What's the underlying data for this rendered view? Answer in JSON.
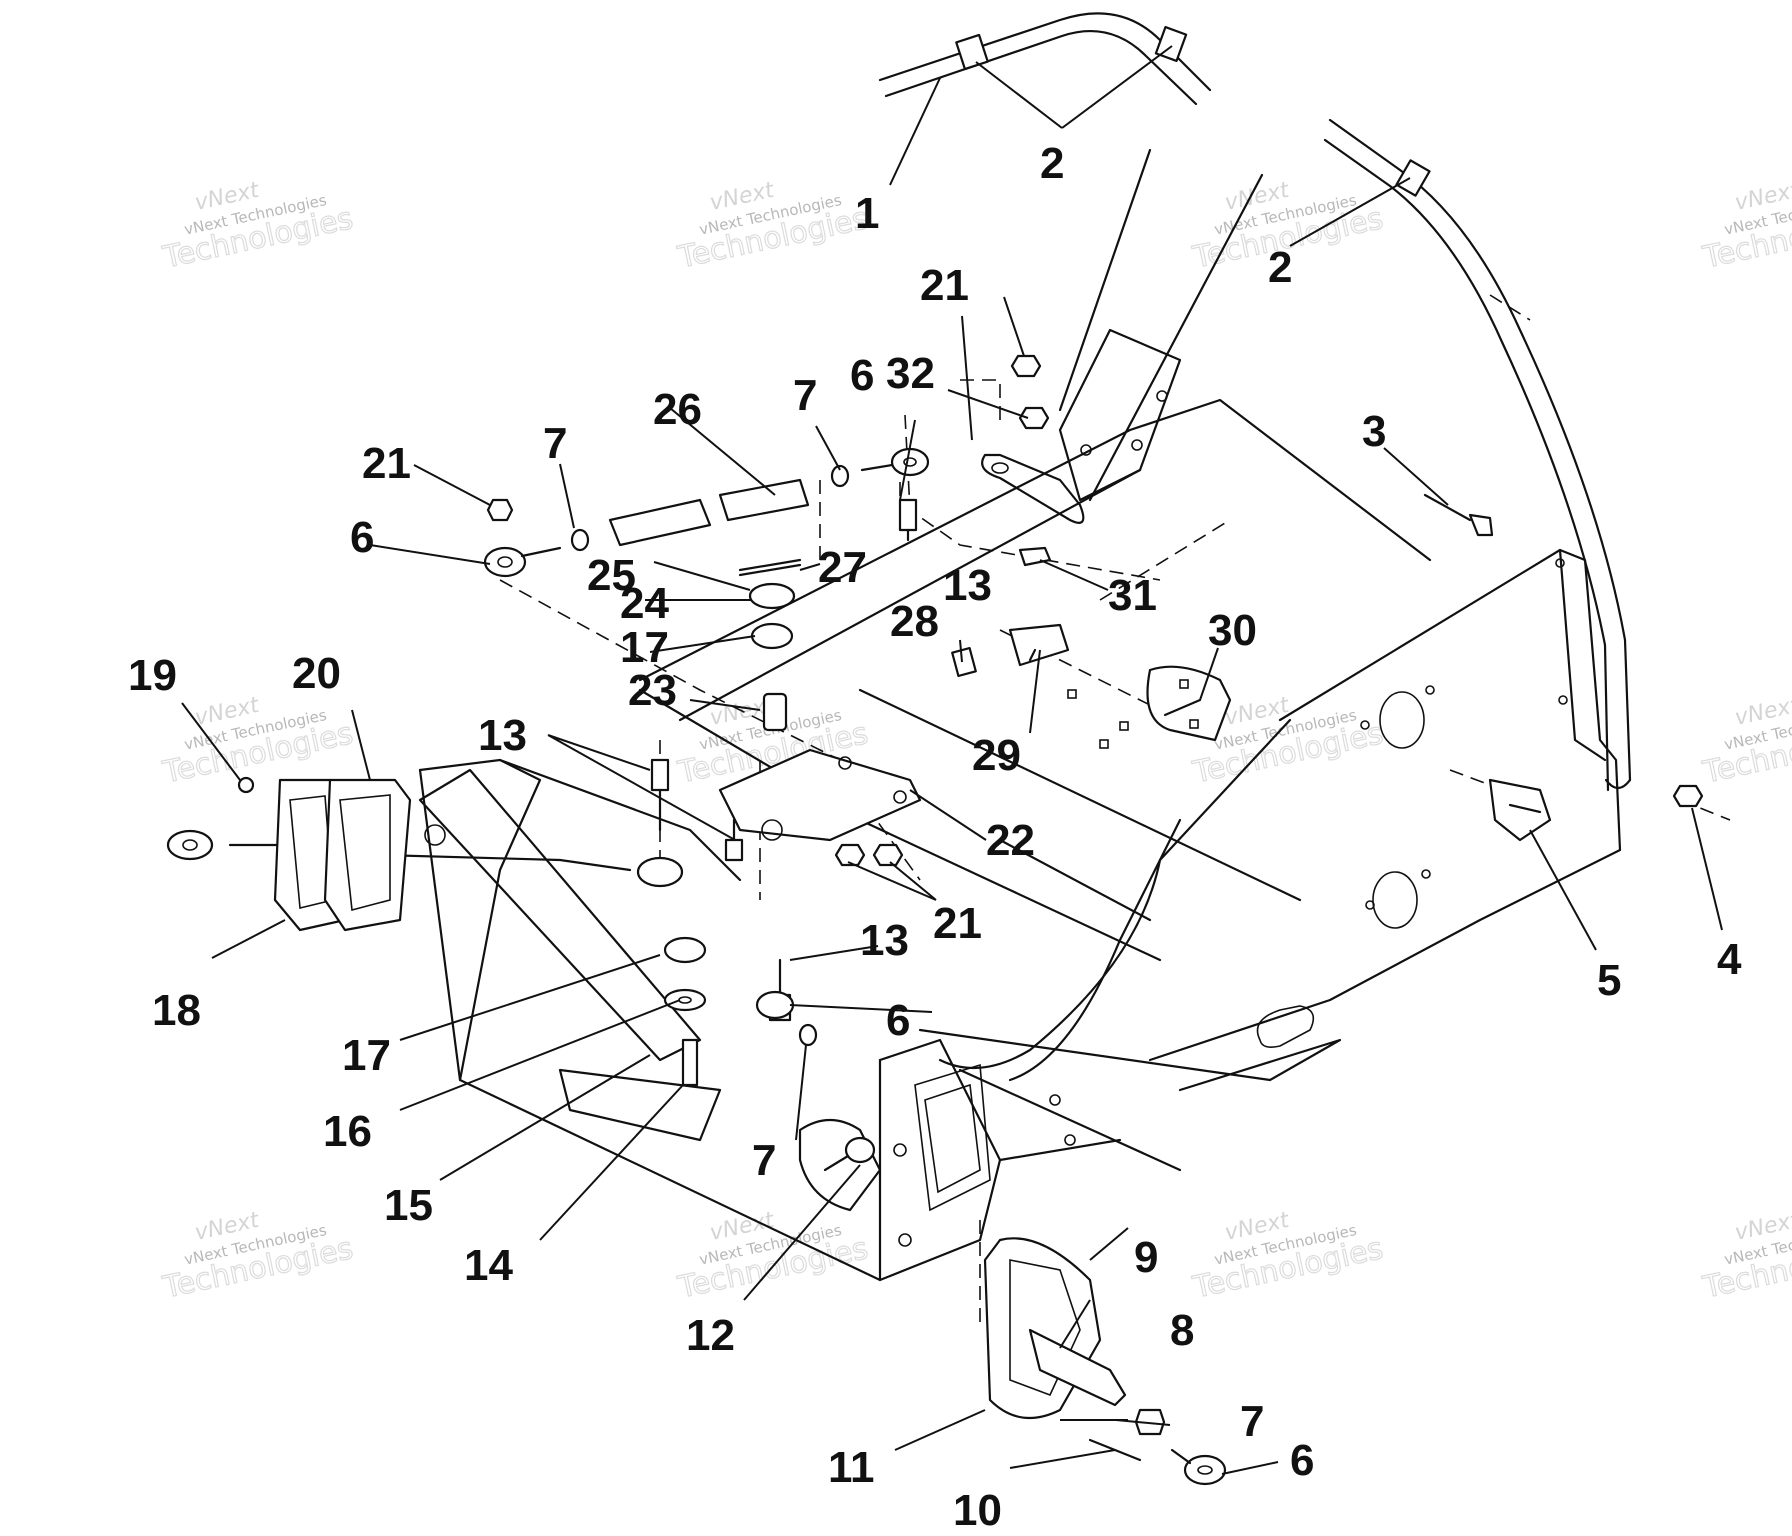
{
  "watermark": {
    "brand": "vNext",
    "line1": "vNext Technologies",
    "line2": "Technologies"
  },
  "callouts": [
    {
      "id": "c1",
      "text": "1"
    },
    {
      "id": "c2a",
      "text": "2"
    },
    {
      "id": "c2b",
      "text": "2"
    },
    {
      "id": "c3",
      "text": "3"
    },
    {
      "id": "c4",
      "text": "4"
    },
    {
      "id": "c5",
      "text": "5"
    },
    {
      "id": "c6a",
      "text": "6"
    },
    {
      "id": "c6b",
      "text": "6"
    },
    {
      "id": "c6c",
      "text": "6"
    },
    {
      "id": "c6d",
      "text": "6"
    },
    {
      "id": "c7a",
      "text": "7"
    },
    {
      "id": "c7b",
      "text": "7"
    },
    {
      "id": "c7c",
      "text": "7"
    },
    {
      "id": "c7d",
      "text": "7"
    },
    {
      "id": "c8",
      "text": "8"
    },
    {
      "id": "c9",
      "text": "9"
    },
    {
      "id": "c10",
      "text": "10"
    },
    {
      "id": "c11",
      "text": "11"
    },
    {
      "id": "c12",
      "text": "12"
    },
    {
      "id": "c13a",
      "text": "13"
    },
    {
      "id": "c13b",
      "text": "13"
    },
    {
      "id": "c13c",
      "text": "13"
    },
    {
      "id": "c14",
      "text": "14"
    },
    {
      "id": "c15",
      "text": "15"
    },
    {
      "id": "c16",
      "text": "16"
    },
    {
      "id": "c17a",
      "text": "17"
    },
    {
      "id": "c17b",
      "text": "17"
    },
    {
      "id": "c18",
      "text": "18"
    },
    {
      "id": "c19",
      "text": "19"
    },
    {
      "id": "c20",
      "text": "20"
    },
    {
      "id": "c21a",
      "text": "21"
    },
    {
      "id": "c21b",
      "text": "21"
    },
    {
      "id": "c21c",
      "text": "21"
    },
    {
      "id": "c22",
      "text": "22"
    },
    {
      "id": "c23",
      "text": "23"
    },
    {
      "id": "c24",
      "text": "24"
    },
    {
      "id": "c25",
      "text": "25"
    },
    {
      "id": "c26",
      "text": "26"
    },
    {
      "id": "c27",
      "text": "27"
    },
    {
      "id": "c28",
      "text": "28"
    },
    {
      "id": "c29",
      "text": "29"
    },
    {
      "id": "c30",
      "text": "30"
    },
    {
      "id": "c31",
      "text": "31"
    },
    {
      "id": "c32",
      "text": "32"
    }
  ]
}
